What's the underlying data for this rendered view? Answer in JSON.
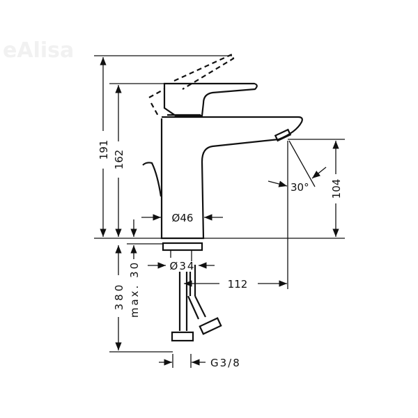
{
  "watermark": "eAlisa",
  "dimensions": {
    "total_height": "191",
    "lever_height": "162",
    "spout_height": "104",
    "spout_angle": "30°",
    "body_diameter": "Ø46",
    "shank_diameter": "Ø34",
    "hose_length": "380",
    "max_counter_thickness": "max. 30",
    "spout_reach": "112",
    "connection_thread": "G3/8"
  }
}
